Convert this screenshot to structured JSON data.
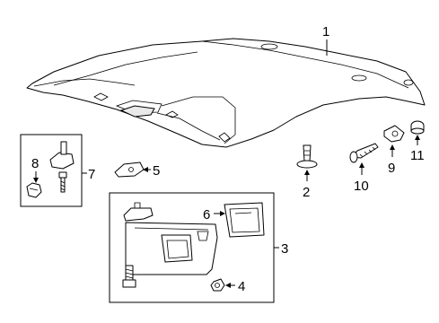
{
  "callouts": [
    "1",
    "2",
    "3",
    "4",
    "5",
    "6",
    "7",
    "8",
    "9",
    "10",
    "11"
  ]
}
